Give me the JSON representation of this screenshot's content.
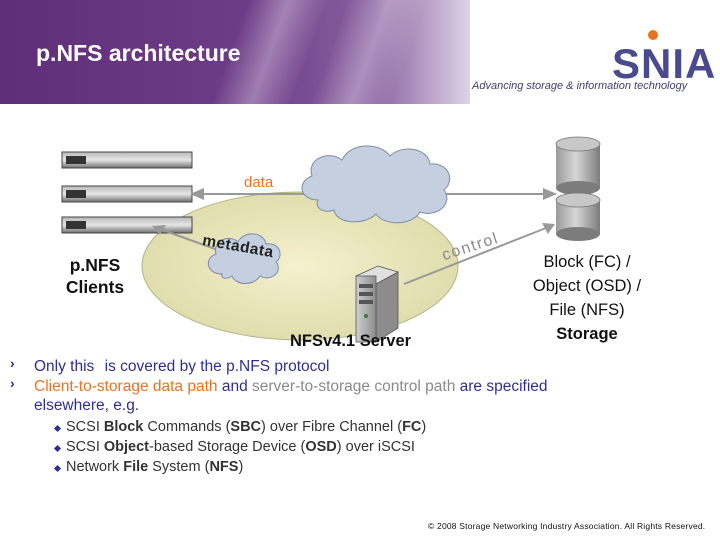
{
  "header": {
    "title": "p.NFS architecture",
    "logo_text": "SNIA",
    "tagline": "Advancing storage & information technology"
  },
  "diagram": {
    "data_label": "data",
    "metadata_label": "metadata",
    "control_label": "control",
    "clients_label_line1": "p.NFS",
    "clients_label_line2": "Clients",
    "server_label": "NFSv4.1 Server",
    "storage_label_lines": [
      "Block (FC) /",
      "Object (OSD) /",
      "File (NFS)",
      "Storage"
    ]
  },
  "bullets": {
    "item1_a": "Only this",
    "item1_b": "is covered by the p.NFS protocol",
    "item2_a": "Client-to-storage data path",
    "item2_b": " and ",
    "item2_c": "server-to-storage control path",
    "item2_d": " are specified",
    "item2_e": "elsewhere, e.g.",
    "sub": [
      [
        "SCSI ",
        "Block",
        " Commands (",
        "SBC",
        ") over Fibre Channel (",
        "FC",
        ")"
      ],
      [
        "SCSI ",
        "Object",
        "-based Storage Device (",
        "OSD",
        ") over iSCSI"
      ],
      [
        "Network ",
        "File",
        " System (",
        "NFS",
        ")"
      ]
    ]
  },
  "footer": "© 2008 Storage Networking Industry Association. All Rights Reserved.",
  "colors": {
    "brand_purple": "#6e3d88",
    "highlight_blue": "#2f2f8f",
    "data_orange": "#e9731f",
    "control_gray": "#8a8a8a",
    "link_gray": "#999999"
  }
}
